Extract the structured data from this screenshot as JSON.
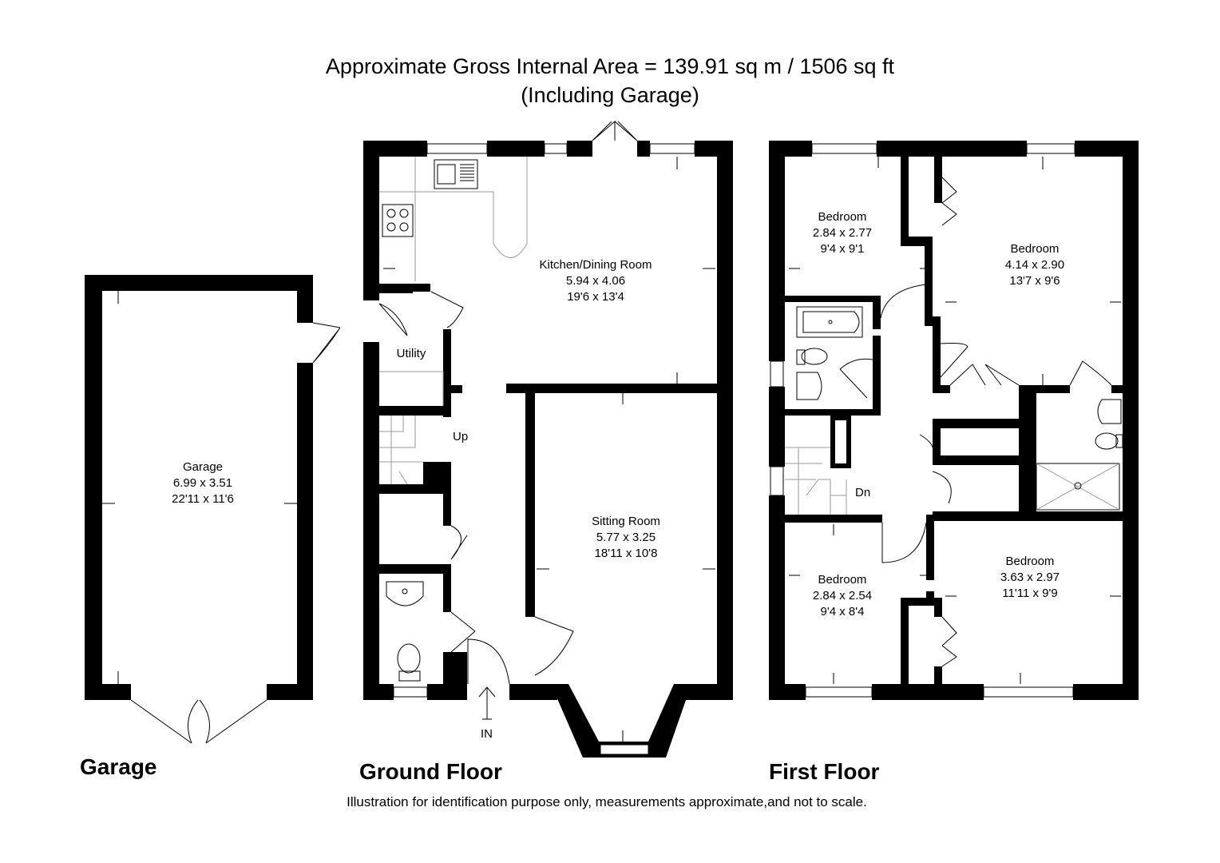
{
  "header": {
    "title_line1": "Approximate Gross Internal Area = 139.91 sq m / 1506 sq ft",
    "title_line2": "(Including Garage)"
  },
  "rooms": {
    "kitchen": {
      "name": "Kitchen/Dining Room",
      "metric": "5.94 x 4.06",
      "imperial": "19'6 x 13'4"
    },
    "utility": {
      "name": "Utility"
    },
    "sitting": {
      "name": "Sitting Room",
      "metric": "5.77 x 3.25",
      "imperial": "18'11 x 10'8"
    },
    "garage": {
      "name": "Garage",
      "metric": "6.99 x 3.51",
      "imperial": "22'11 x 11'6"
    },
    "bed1": {
      "name": "Bedroom",
      "metric": "2.84 x 2.77",
      "imperial": "9'4 x 9'1"
    },
    "bed2": {
      "name": "Bedroom",
      "metric": "4.14 x 2.90",
      "imperial": "13'7 x 9'6"
    },
    "bed3": {
      "name": "Bedroom",
      "metric": "2.84 x 2.54",
      "imperial": "9'4 x 8'4"
    },
    "bed4": {
      "name": "Bedroom",
      "metric": "3.63 x 2.97",
      "imperial": "11'11 x 9'9"
    }
  },
  "labels": {
    "stairs_up": "Up",
    "stairs_down": "Dn",
    "entrance": "IN"
  },
  "floors": {
    "garage": "Garage",
    "ground": "Ground Floor",
    "first": "First Floor"
  },
  "footer": {
    "disclaimer": "Illustration for identification purpose only, measurements approximate,and not to scale."
  }
}
